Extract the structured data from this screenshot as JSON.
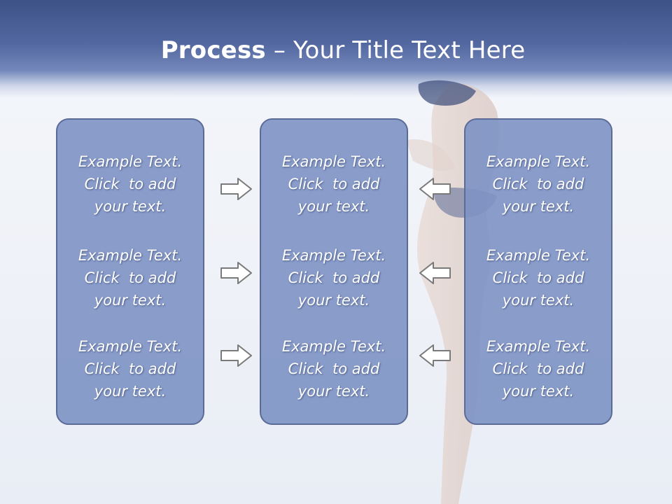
{
  "title": {
    "bold": "Process",
    "rest": " – Your Title Text Here"
  },
  "columns": [
    {
      "items": [
        [
          "Example Text.",
          "Click  to add",
          "your text."
        ],
        [
          "Example Text.",
          "Click  to add",
          "your text."
        ],
        [
          "Example Text.",
          "Click  to add",
          "your text."
        ]
      ]
    },
    {
      "items": [
        [
          "Example Text.",
          "Click  to add",
          "your text."
        ],
        [
          "Example Text.",
          "Click  to add",
          "your text."
        ],
        [
          "Example Text.",
          "Click  to add",
          "your text."
        ]
      ]
    },
    {
      "items": [
        [
          "Example Text.",
          "Click  to add",
          "your text."
        ],
        [
          "Example Text.",
          "Click  to add",
          "your text."
        ],
        [
          "Example Text.",
          "Click  to add",
          "your text."
        ]
      ]
    }
  ],
  "colors": {
    "header": "#3d5286",
    "box": "#7d92c4",
    "box_border": "#5a6b98",
    "arrow_stroke": "#7a7a7a"
  }
}
